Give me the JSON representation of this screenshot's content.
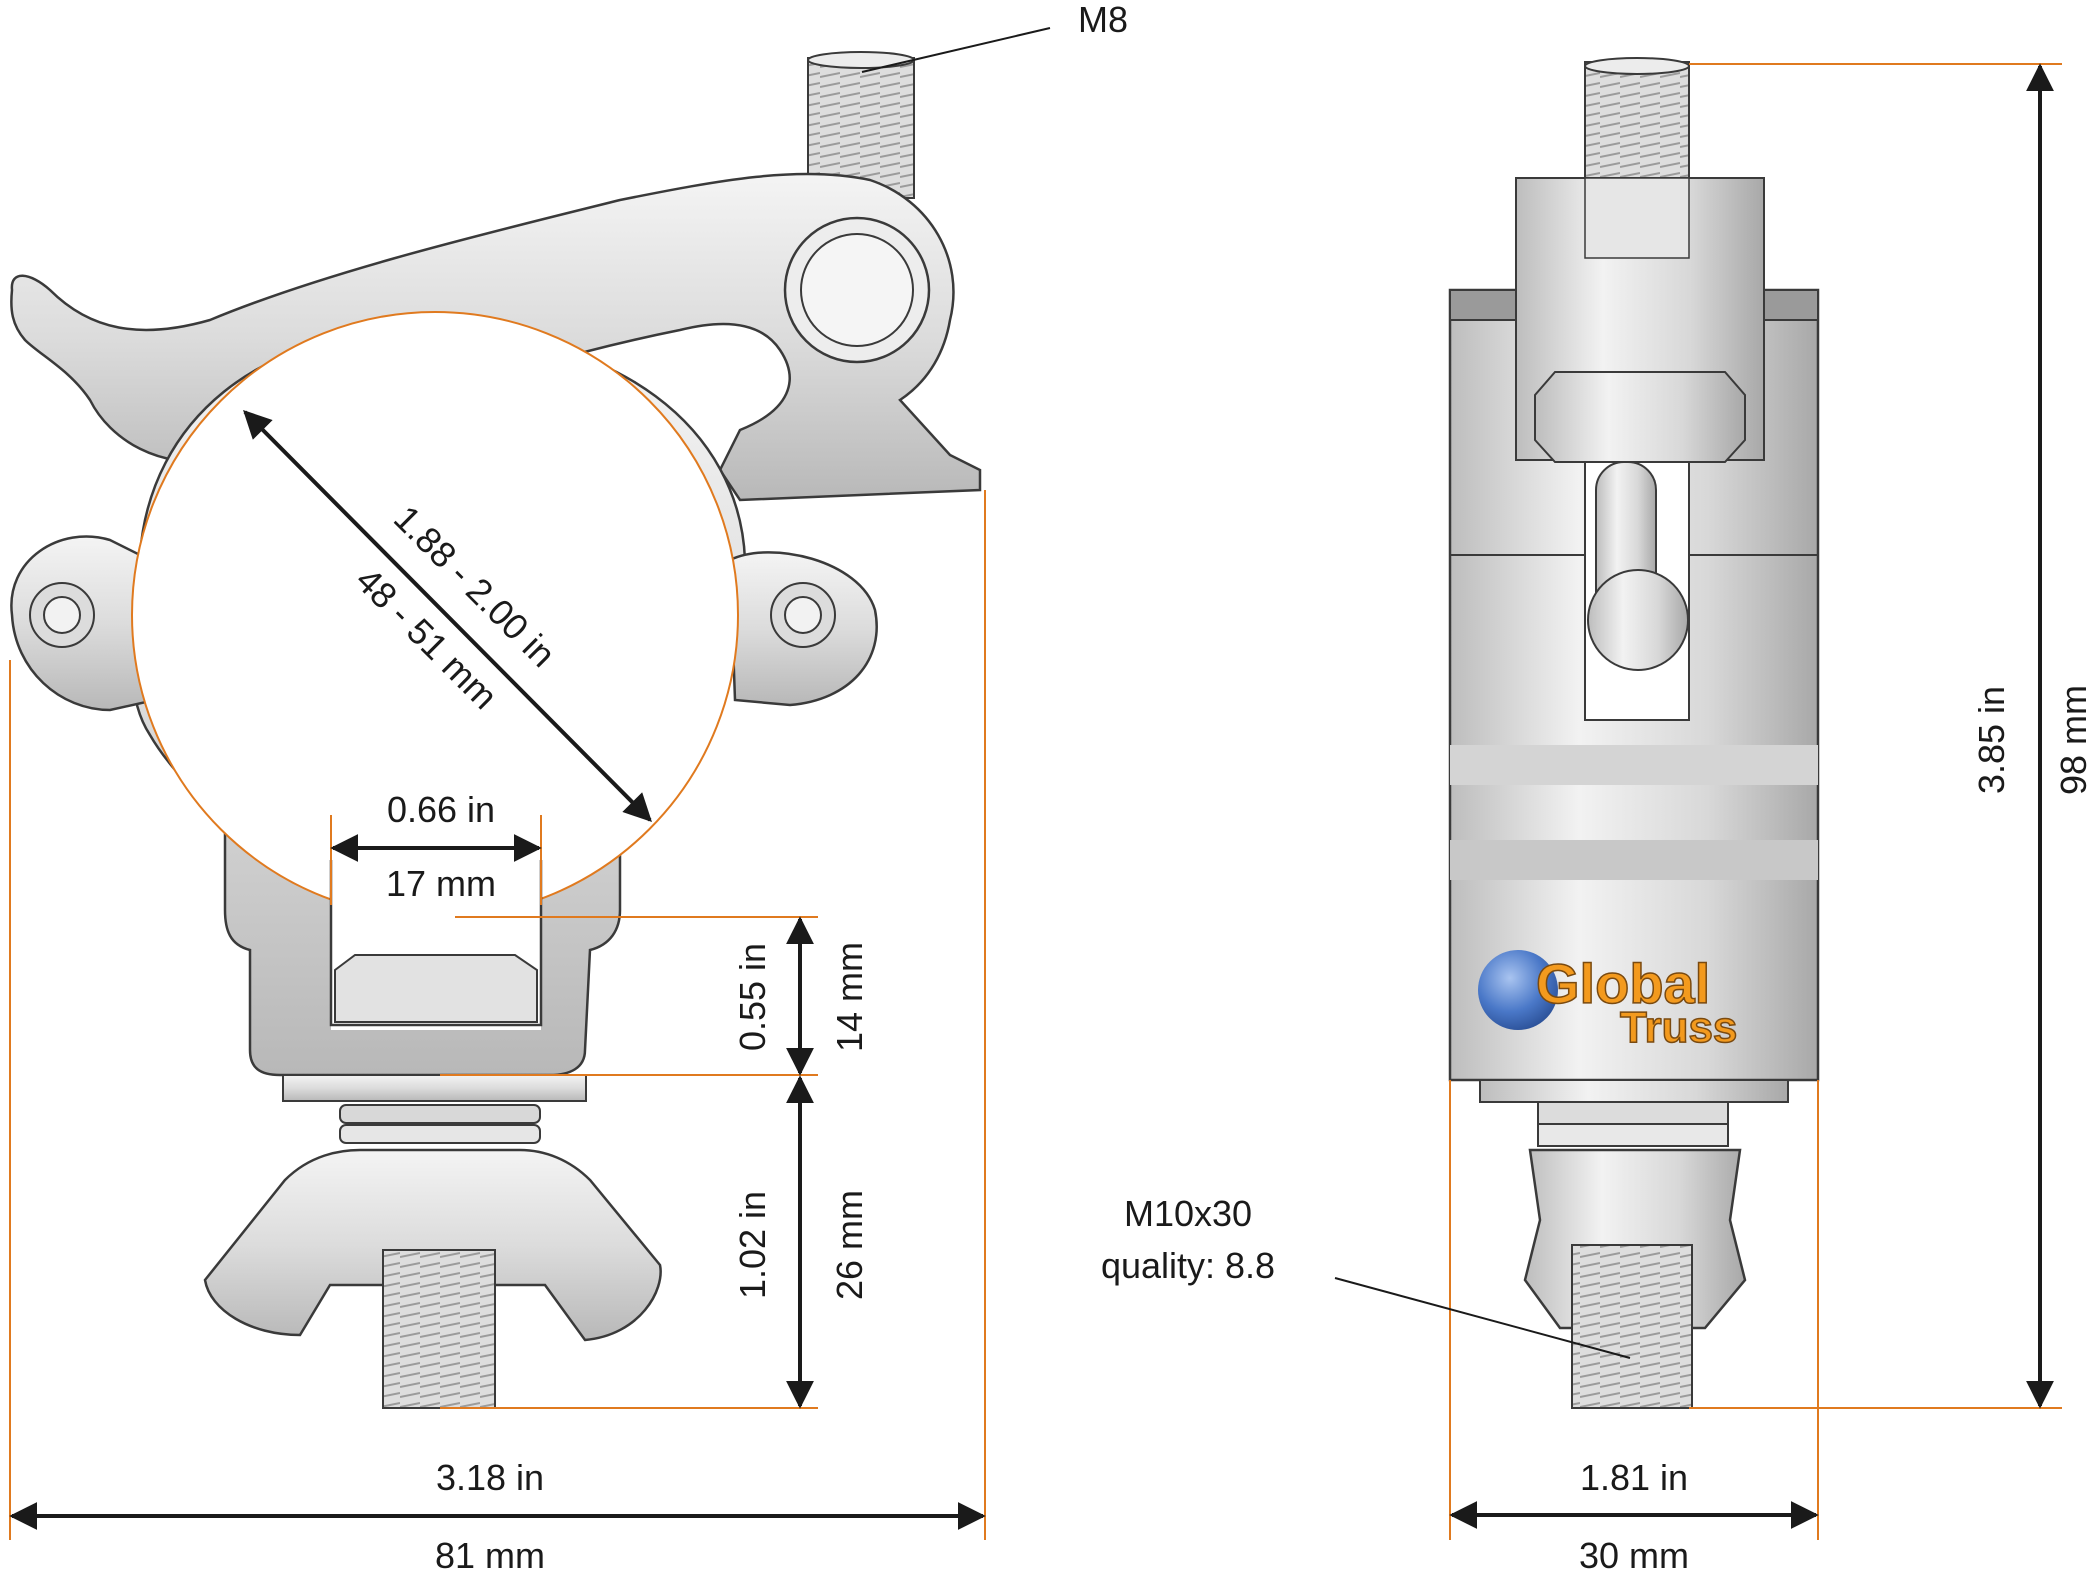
{
  "labels": {
    "thread_top": "M8",
    "bolt_spec_line1": "M10x30",
    "bolt_spec_line2": "quality: 8.8"
  },
  "dimensions": {
    "tube_diameter_in": "1.88 - 2.00 in",
    "tube_diameter_mm": "48 - 51 mm",
    "opening_in": "0.66 in",
    "opening_mm": "17 mm",
    "saddle_height_in": "0.55 in",
    "saddle_height_mm": "14 mm",
    "bolt_length_in": "1.02 in",
    "bolt_length_mm": "26 mm",
    "overall_width_in": "3.18 in",
    "overall_width_mm": "81 mm",
    "side_width_in": "1.81 in",
    "side_width_mm": "30 mm",
    "overall_height_in": "3.85 in",
    "overall_height_mm": "98 mm"
  },
  "logo": {
    "line1": "Global",
    "line2": "Truss"
  },
  "colors": {
    "dimension_line": "#e07a1f",
    "arrow": "#1a1a1a",
    "metal_light": "#ededed",
    "metal_mid": "#cfcfcf",
    "metal_dark": "#9a9a9a",
    "outline": "#3a3a3a",
    "logo_orange": "#f39a1e",
    "logo_blue": "#3f6fc4"
  }
}
